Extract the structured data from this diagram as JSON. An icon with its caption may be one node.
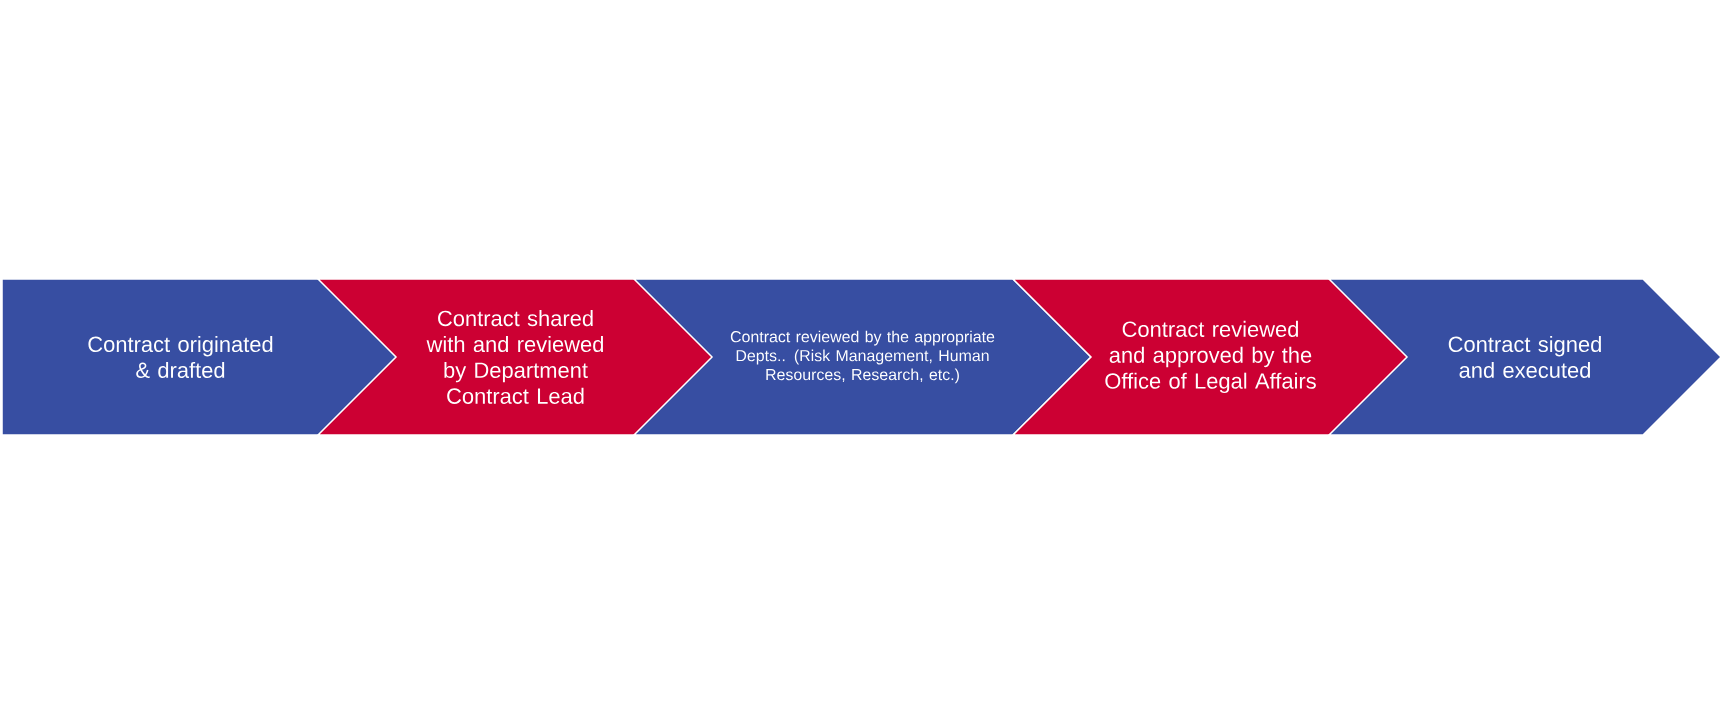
{
  "diagram": {
    "nodes": [
      {
        "text": [
          "Contract originated & drafted"
        ]
      },
      {
        "text": [
          "Contract shared with and reviewed by Department Contract Lead"
        ]
      },
      {
        "text": [
          "Contract reviewed by the appropriate Depts.. (Risk Management, Human Resources, Research, etc.)"
        ]
      },
      {
        "text": [
          "Contract reviewed and approved by the Office of Legal Affairs"
        ]
      },
      {
        "text": [
          "Contract signed and executed"
        ]
      }
    ]
  }
}
